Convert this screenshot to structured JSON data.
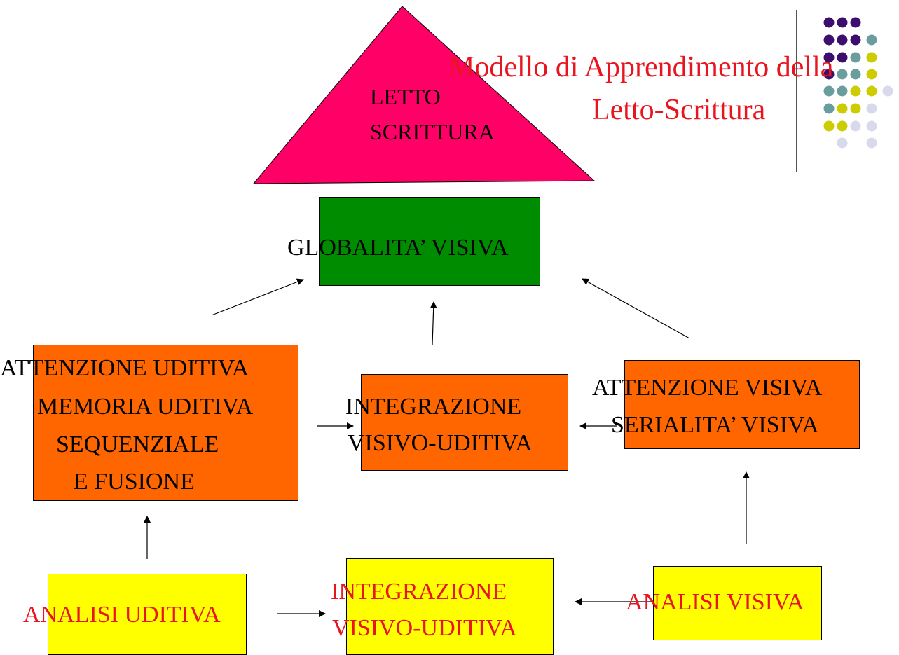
{
  "title": {
    "line1": "Modello di Apprendimento della",
    "line2": "Letto-Scrittura"
  },
  "apex": {
    "line1": "LETTO",
    "line2": "SCRITTURA",
    "color": "#ff0066"
  },
  "global_visual": {
    "label": "GLOBALITA’ VISIVA",
    "color": "#008c00"
  },
  "auditory_attention": {
    "lines": [
      "ATTENZIONE UDITIVA",
      "MEMORIA UDITIVA",
      "SEQUENZIALE",
      "E FUSIONE"
    ],
    "color": "#ff6600"
  },
  "integration_mid": {
    "lines": [
      "INTEGRAZIONE",
      "VISIVO-UDITIVA"
    ],
    "color": "#ff6600"
  },
  "visual_attention": {
    "lines": [
      "ATTENZIONE VISIVA",
      "SERIALITA’ VISIVA"
    ],
    "color": "#ff6600"
  },
  "auditory_analysis": {
    "label": "ANALISI UDITIVA",
    "color": "#ffff00"
  },
  "integration_bottom": {
    "lines": [
      "INTEGRAZIONE",
      "VISIVO-UDITIVA"
    ],
    "color": "#ffff00"
  },
  "visual_analysis": {
    "label": "ANALISI VISIVA",
    "color": "#ffff00"
  },
  "text_colors": {
    "black": "#000000",
    "red": "#e8141e"
  },
  "decoration_dots": {
    "purple": "#3d0e6e",
    "teal": "#6a9e9e",
    "olive": "#cccc00",
    "lavender": "#d9d9ec"
  }
}
